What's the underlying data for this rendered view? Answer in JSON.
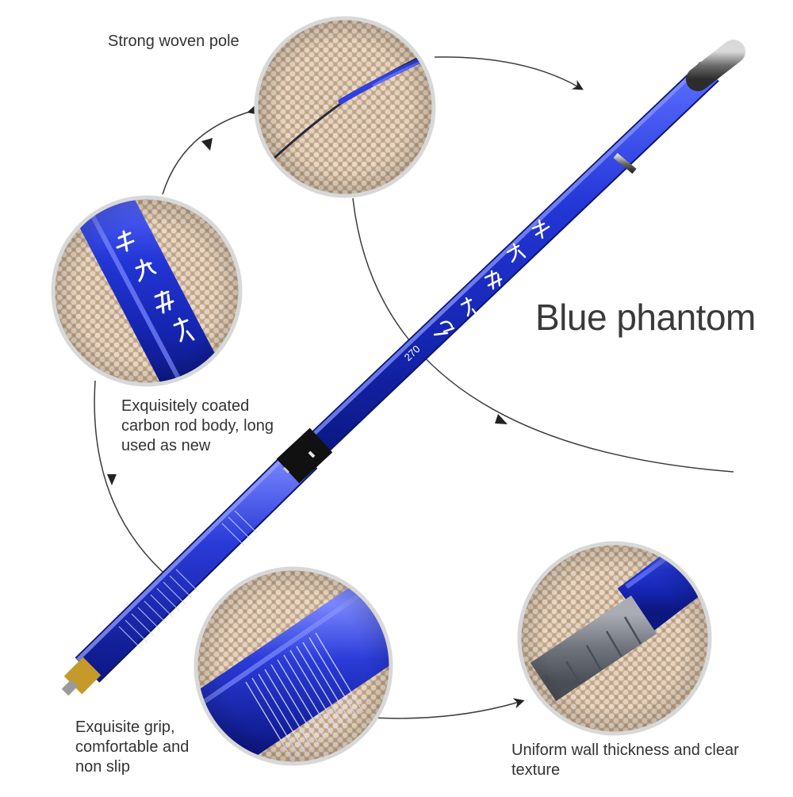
{
  "title": "Blue phantom",
  "labels": {
    "top": "Strong woven pole",
    "left": "Exquisitely coated carbon rod body, long used as new",
    "bottom_left": "Exquisite grip, comfortable and non slip",
    "bottom_right": "Uniform wall thickness and clear texture"
  },
  "rod_marking": "270",
  "colors": {
    "rod": "#1c2fd0",
    "carpet": "#cbb39a",
    "text": "#333333"
  }
}
